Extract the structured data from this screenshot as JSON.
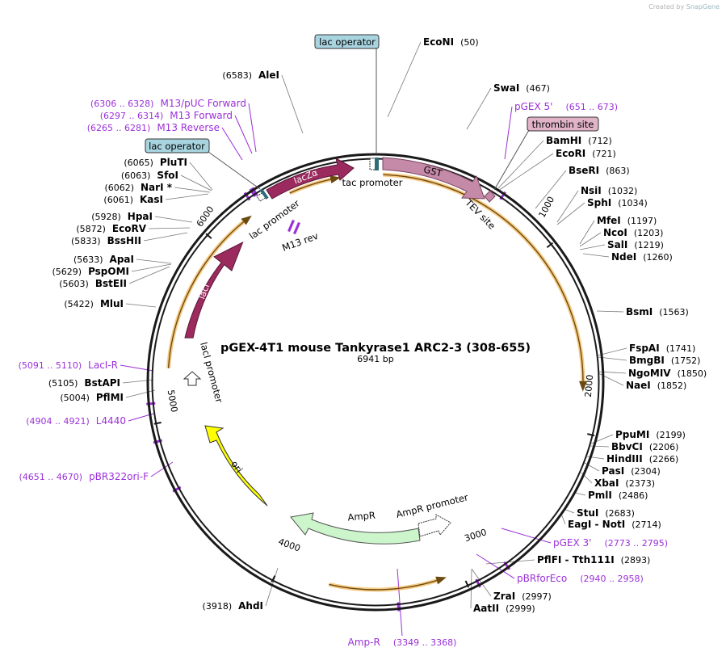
{
  "credit": {
    "prefix": "Created by",
    "brand": "SnapGene"
  },
  "plasmid": {
    "name": "pGEX-4T1 mouse Tankyrase1 ARC2-3 (308-655)",
    "size": "6941 bp",
    "length": 6941
  },
  "ticks": [
    {
      "label": "1000",
      "pos": 1000
    },
    {
      "label": "2000",
      "pos": 2000
    },
    {
      "label": "3000",
      "pos": 3000
    },
    {
      "label": "4000",
      "pos": 4000
    },
    {
      "label": "5000",
      "pos": 5000
    },
    {
      "label": "6000",
      "pos": 6000
    }
  ],
  "enzymes": [
    {
      "name": "EcoNI",
      "pos": "(50)",
      "site": 50
    },
    {
      "name": "SwaI",
      "pos": "(467)",
      "site": 467
    },
    {
      "name": "BamHI",
      "pos": "(712)",
      "site": 712
    },
    {
      "name": "EcoRI",
      "pos": "(721)",
      "site": 721
    },
    {
      "name": "BseRI",
      "pos": "(863)",
      "site": 863
    },
    {
      "name": "NsiI",
      "pos": "(1032)",
      "site": 1032
    },
    {
      "name": "SphI",
      "pos": "(1034)",
      "site": 1034
    },
    {
      "name": "MfeI",
      "pos": "(1197)",
      "site": 1197
    },
    {
      "name": "NcoI",
      "pos": "(1203)",
      "site": 1203
    },
    {
      "name": "SalI",
      "pos": "(1219)",
      "site": 1219
    },
    {
      "name": "NdeI",
      "pos": "(1260)",
      "site": 1260
    },
    {
      "name": "BsmI",
      "pos": "(1563)",
      "site": 1563
    },
    {
      "name": "FspAI",
      "pos": "(1741)",
      "site": 1741
    },
    {
      "name": "BmgBI",
      "pos": "(1752)",
      "site": 1752
    },
    {
      "name": "NgoMIV",
      "pos": "(1850)",
      "site": 1850
    },
    {
      "name": "NaeI",
      "pos": "(1852)",
      "site": 1852
    },
    {
      "name": "PpuMI",
      "pos": "(2199)",
      "site": 2199
    },
    {
      "name": "BbvCI",
      "pos": "(2206)",
      "site": 2206
    },
    {
      "name": "HindIII",
      "pos": "(2266)",
      "site": 2266
    },
    {
      "name": "PasI",
      "pos": "(2304)",
      "site": 2304
    },
    {
      "name": "XbaI",
      "pos": "(2373)",
      "site": 2373
    },
    {
      "name": "PmlI",
      "pos": "(2486)",
      "site": 2486
    },
    {
      "name": "StuI",
      "pos": "(2683)",
      "site": 2683
    },
    {
      "name": "EagI - NotI",
      "pos": "(2714)",
      "site": 2714
    },
    {
      "name": "PflFI - Tth111I",
      "pos": "(2893)",
      "site": 2893
    },
    {
      "name": "ZraI",
      "pos": "(2997)",
      "site": 2997
    },
    {
      "name": "AatII",
      "pos": "(2999)",
      "site": 2999
    },
    {
      "name": "AhdI",
      "pos": "(3918)",
      "site": 3918
    },
    {
      "name": "PflMI",
      "pos": "(5004)",
      "site": 5004
    },
    {
      "name": "BstAPI",
      "pos": "(5105)",
      "site": 5105
    },
    {
      "name": "MluI",
      "pos": "(5422)",
      "site": 5422
    },
    {
      "name": "BstEII",
      "pos": "(5603)",
      "site": 5603
    },
    {
      "name": "PspOMI",
      "pos": "(5629)",
      "site": 5629
    },
    {
      "name": "ApaI",
      "pos": "(5633)",
      "site": 5633
    },
    {
      "name": "BssHII",
      "pos": "(5833)",
      "site": 5833
    },
    {
      "name": "EcoRV",
      "pos": "(5872)",
      "site": 5872
    },
    {
      "name": "HpaI",
      "pos": "(5928)",
      "site": 5928
    },
    {
      "name": "KasI",
      "pos": "(6061)",
      "site": 6061
    },
    {
      "name": "NarI *",
      "pos": "(6062)",
      "site": 6062
    },
    {
      "name": "SfoI",
      "pos": "(6063)",
      "site": 6063
    },
    {
      "name": "PluTI",
      "pos": "(6065)",
      "site": 6065
    },
    {
      "name": "AleI",
      "pos": "(6583)",
      "site": 6583
    }
  ],
  "primers": [
    {
      "name": "pGEX 5'",
      "range": "(651 .. 673)",
      "site": 662
    },
    {
      "name": "pGEX 3'",
      "range": "(2773 .. 2795)",
      "site": 2784
    },
    {
      "name": "pBRforEco",
      "range": "(2940 .. 2958)",
      "site": 2949
    },
    {
      "name": "Amp-R",
      "range": "(3349 .. 3368)",
      "site": 3358
    },
    {
      "name": "pBR322ori-F",
      "range": "(4651 .. 4670)",
      "site": 4660
    },
    {
      "name": "L4440",
      "range": "(4904 .. 4921)",
      "site": 4912
    },
    {
      "name": "LacI-R",
      "range": "(5091 .. 5110)",
      "site": 5100
    },
    {
      "name": "M13 Reverse",
      "range": "(6265 .. 6281)",
      "site": 6273
    },
    {
      "name": "M13 Forward",
      "range": "(6297 .. 6314)",
      "site": 6305
    },
    {
      "name": "M13/pUC Forward",
      "range": "(6306 .. 6328)",
      "site": 6317
    }
  ],
  "features": [
    {
      "name": "lac operator",
      "type": "operator"
    },
    {
      "name": "lac operator",
      "type": "operator"
    },
    {
      "name": "thrombin site",
      "type": "site"
    },
    {
      "name": "GST",
      "type": "CDS"
    },
    {
      "name": "TEV site",
      "type": "site"
    },
    {
      "name": "tac promoter",
      "type": "promoter"
    },
    {
      "name": "lacZα",
      "type": "CDS"
    },
    {
      "name": "lac promoter",
      "type": "promoter"
    },
    {
      "name": "M13 rev",
      "type": "primer_bind"
    },
    {
      "name": "lacI",
      "type": "CDS"
    },
    {
      "name": "lacI promoter",
      "type": "promoter"
    },
    {
      "name": "ori",
      "type": "rep_origin"
    },
    {
      "name": "AmpR",
      "type": "CDS"
    },
    {
      "name": "AmpR promoter",
      "type": "promoter"
    }
  ],
  "colors": {
    "backbone": "#1a1a1a",
    "primer": "#9b30d9",
    "orf": "#f0a020",
    "lacI": "#9b2a5e",
    "gst": "#c48aa8",
    "ori": "#ffff00",
    "ampr": "#ccf5cc",
    "operator": "#a8d4e0",
    "thrombin": "#e0b3c6"
  }
}
